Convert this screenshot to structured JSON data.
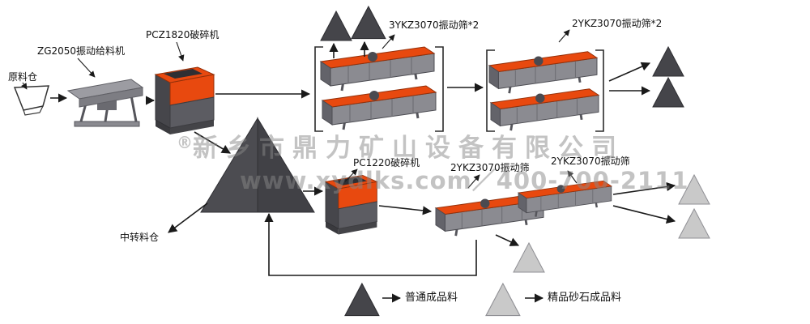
{
  "diagram": {
    "nodes": {
      "raw_silo": "原料仓",
      "feeder": "ZG2050振动给料机",
      "crusher_primary": "PCZ1820破碎机",
      "screens_group1": "3YKZ3070振动筛*2",
      "screens_group2": "2YKZ3070振动筛*2",
      "transfer_silo": "中转料仓",
      "crusher_secondary": "PC1220破碎机",
      "screen_bottom_left": "2YKZ3070振动筛",
      "screen_bottom_right": "2YKZ3070振动筛"
    },
    "legend": [
      {
        "symbol": "dark-triangle",
        "label": "普通成品料"
      },
      {
        "symbol": "light-triangle",
        "label": "精品砂石成品料"
      }
    ],
    "watermark": {
      "registered_mark": "®",
      "company": "新乡市鼎力矿山设备有限公司",
      "contact": "www.xydlks.com／400-700-2111"
    },
    "colors": {
      "machine_orange": "#e8490f",
      "machine_gray": "#8b8b91",
      "machine_dark": "#55555b",
      "dark_triangle": "#45454a",
      "light_triangle": "#c9c9c9",
      "arrow": "#1a1a1a"
    }
  }
}
